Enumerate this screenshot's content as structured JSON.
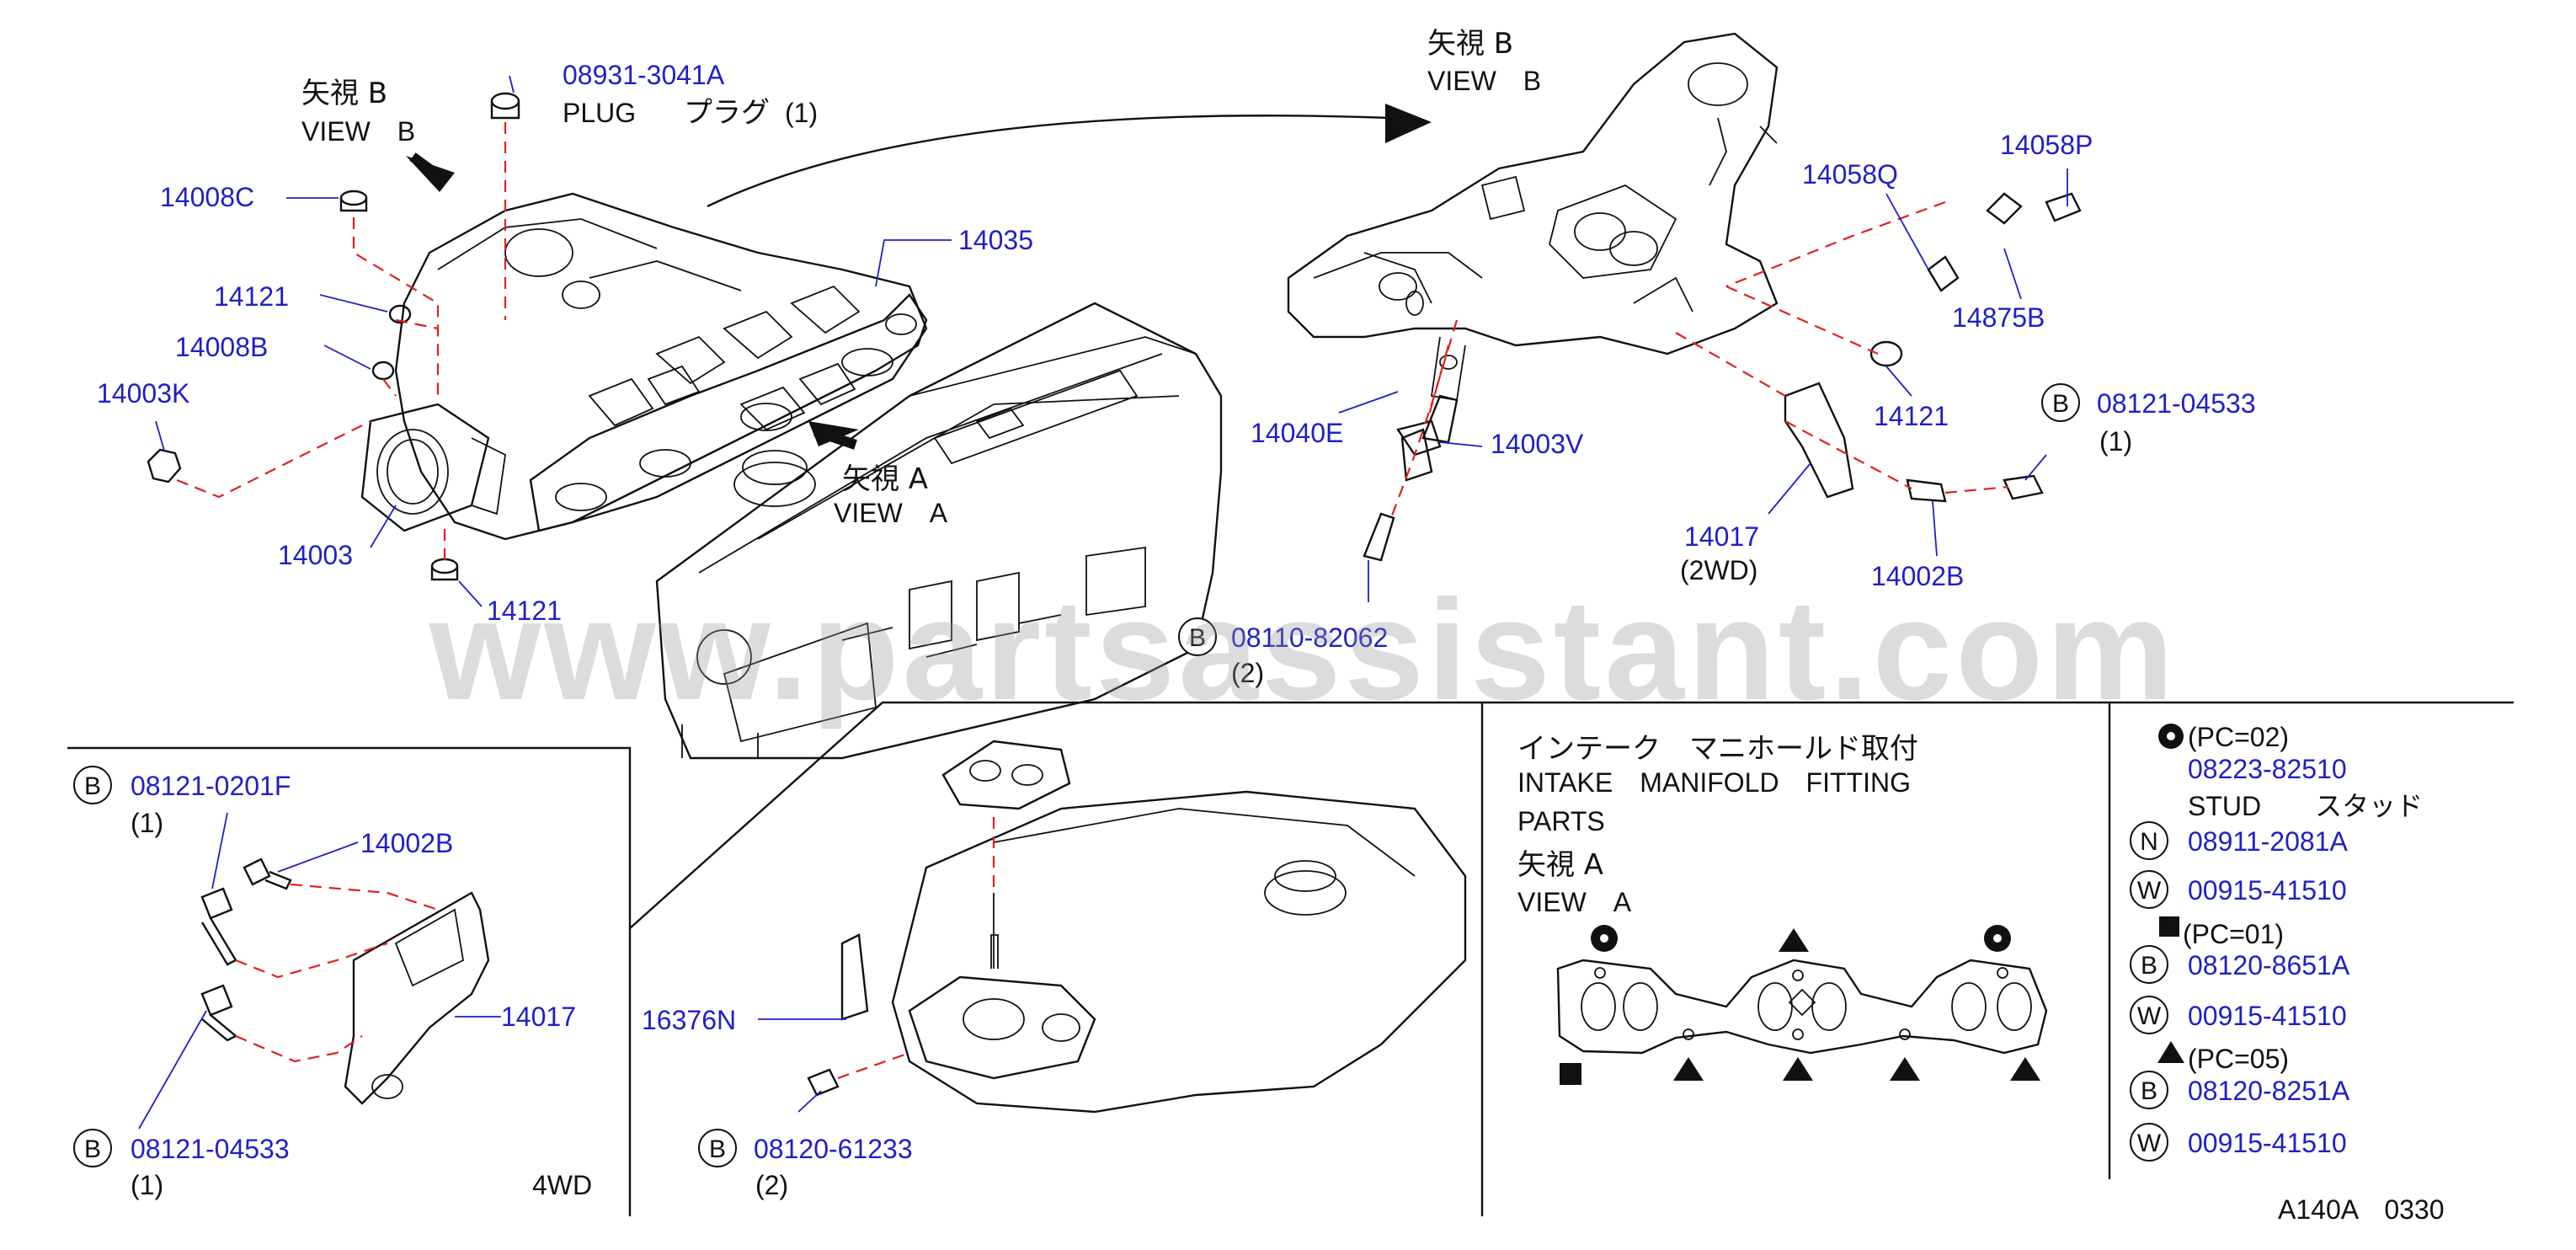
{
  "view_b_label": {
    "jp": "矢視 B",
    "en": "VIEW　B"
  },
  "view_a_label": {
    "jp": "矢視 A",
    "en": "VIEW　A"
  },
  "plug": {
    "number": "08931-3041A",
    "name": "PLUG",
    "jp": "プラグ",
    "qty": "(1)"
  },
  "left_parts": {
    "p14008C": "14008C",
    "p14121a": "14121",
    "p14008B": "14008B",
    "p14003K": "14003K",
    "p14003": "14003",
    "p14121b": "14121",
    "p14035": "14035"
  },
  "right_parts": {
    "p14058Q": "14058Q",
    "p14058P": "14058P",
    "p14875B": "14875B",
    "p14121": "14121",
    "p14040E": "14040E",
    "p14003V": "14003V",
    "p14017": "14017",
    "p14017_note": "(2WD)",
    "p14002B": "14002B"
  },
  "bolt_right": {
    "symbol": "B",
    "number": "08121-04533",
    "qty": "(1)"
  },
  "bolt_mid": {
    "symbol": "B",
    "number": "08110-82062",
    "qty": "(2)"
  },
  "inset_4wd": {
    "bolt_top": {
      "symbol": "B",
      "number": "08121-0201F",
      "qty": "(1)"
    },
    "p14002B": "14002B",
    "p14017": "14017",
    "bolt_bottom": {
      "symbol": "B",
      "number": "08121-04533",
      "qty": "(1)"
    },
    "note": "4WD"
  },
  "bottom_center": {
    "p16376N": "16376N",
    "bolt": {
      "symbol": "B",
      "number": "08120-61233",
      "qty": "(2)"
    }
  },
  "fitting_box": {
    "jp_title": "インテーク　マニホールド取付",
    "title_line1": "INTAKE　MANIFOLD　FITTING",
    "title_line2": "PARTS",
    "view_jp": "矢視 A",
    "view_en": "VIEW　A"
  },
  "legend": [
    {
      "marker": "circle-dot",
      "pc": "(PC=02)",
      "number": "08223-82510",
      "extra": "STUD　　スタッド"
    },
    {
      "marker": "N",
      "number": "08911-2081A"
    },
    {
      "marker": "W",
      "number": "00915-41510"
    },
    {
      "marker": "square",
      "pc": "(PC=01)"
    },
    {
      "marker": "B",
      "number": "08120-8651A"
    },
    {
      "marker": "W",
      "number": "00915-41510"
    },
    {
      "marker": "triangle",
      "pc": "(PC=05)"
    },
    {
      "marker": "B",
      "number": "08120-8251A"
    },
    {
      "marker": "W",
      "number": "00915-41510"
    }
  ],
  "footer_code": "A140A　0330",
  "watermark": "www.partsassistant.com",
  "colors": {
    "part_number": "#1f1fc8",
    "dashed_leader": "#e02020",
    "ink": "#111111"
  }
}
